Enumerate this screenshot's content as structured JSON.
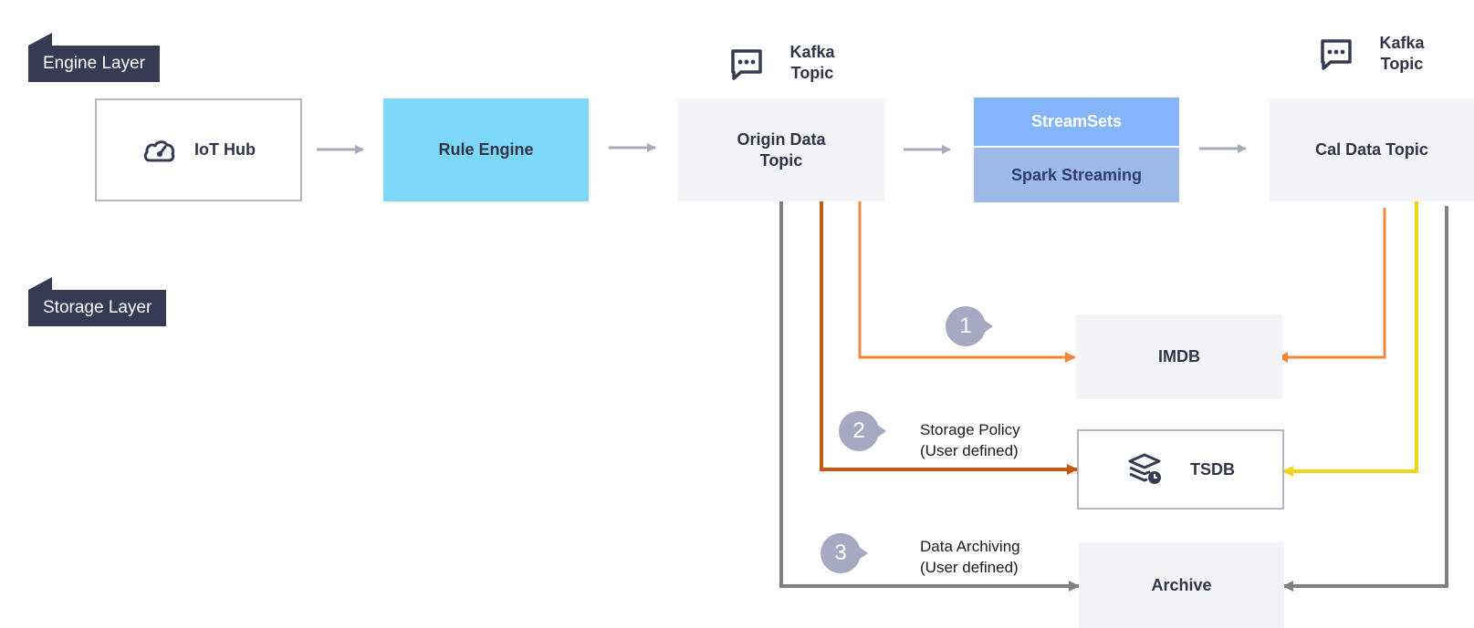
{
  "layers": {
    "engine": "Engine Layer",
    "storage": "Storage Layer"
  },
  "nodes": {
    "iot_hub": "IoT Hub",
    "rule_engine": "Rule Engine",
    "origin_topic": "Origin Data\nTopic",
    "streamsets": "StreamSets",
    "spark": "Spark Streaming",
    "cal_topic": "Cal Data Topic",
    "imdb": "IMDB",
    "tsdb": "TSDB",
    "archive": "Archive"
  },
  "kafka_labels": {
    "left": "Kafka\nTopic",
    "right": "Kafka\nTopic"
  },
  "badges": [
    "1",
    "2",
    "3"
  ],
  "notes": {
    "storage_policy": "Storage Policy\n(User defined)",
    "archiving": "Data Archiving\n(User defined)"
  },
  "icons": {
    "iot_hub": "cloud-gauge-icon",
    "kafka": "chat-bubble-icon",
    "tsdb": "stacked-layers-clock-icon"
  },
  "colors": {
    "dark": "#363b54",
    "flow_arrow": "#a6a9bf",
    "light_orange": "#ef8838",
    "dark_orange": "#c9580c",
    "yellow": "#f5d316",
    "gray": "#808080"
  }
}
